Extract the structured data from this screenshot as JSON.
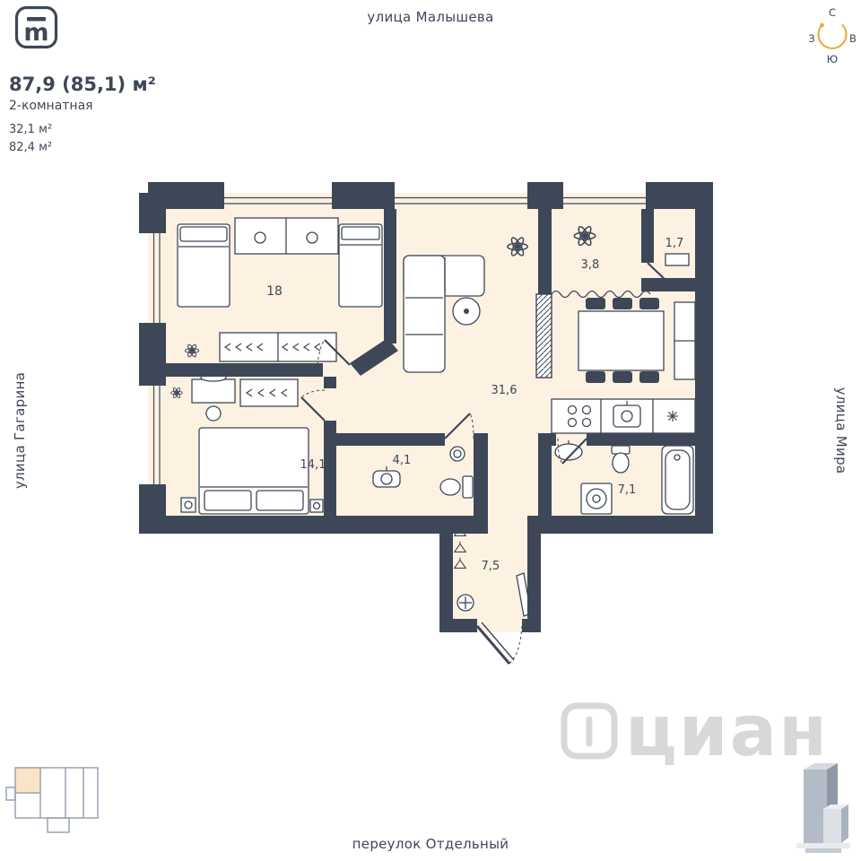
{
  "streets": {
    "top": "улица Малышева",
    "left": "улица Гагарина",
    "right": "улица Мира",
    "bottom": "переулок Отдельный"
  },
  "compass": {
    "north": "С",
    "south": "Ю",
    "west": "З",
    "east": "В"
  },
  "info": {
    "title": "87,9 (85,1) м²",
    "rooms_type": "2-комнатная",
    "area_line1": "32,1 м²",
    "area_line2": "82,4 м²"
  },
  "logo": {
    "letter": "m"
  },
  "plan": {
    "rooms": [
      {
        "name": "bedroom-1",
        "label": "18"
      },
      {
        "name": "living-kitchen",
        "label": "31,6"
      },
      {
        "name": "bedroom-2",
        "label": "14,1"
      },
      {
        "name": "bathroom-1",
        "label": "4,1"
      },
      {
        "name": "hallway",
        "label": "7,5"
      },
      {
        "name": "bathroom-2",
        "label": "7,1"
      },
      {
        "name": "pantry",
        "label": "3,8"
      },
      {
        "name": "closet",
        "label": "1,7"
      }
    ]
  },
  "watermark": {
    "text": "циан"
  },
  "colors": {
    "wall": "#3e4757",
    "floor": "#fdf2e2",
    "compass_accent": "#f0a43c",
    "watermark": "#d8d8d8"
  }
}
